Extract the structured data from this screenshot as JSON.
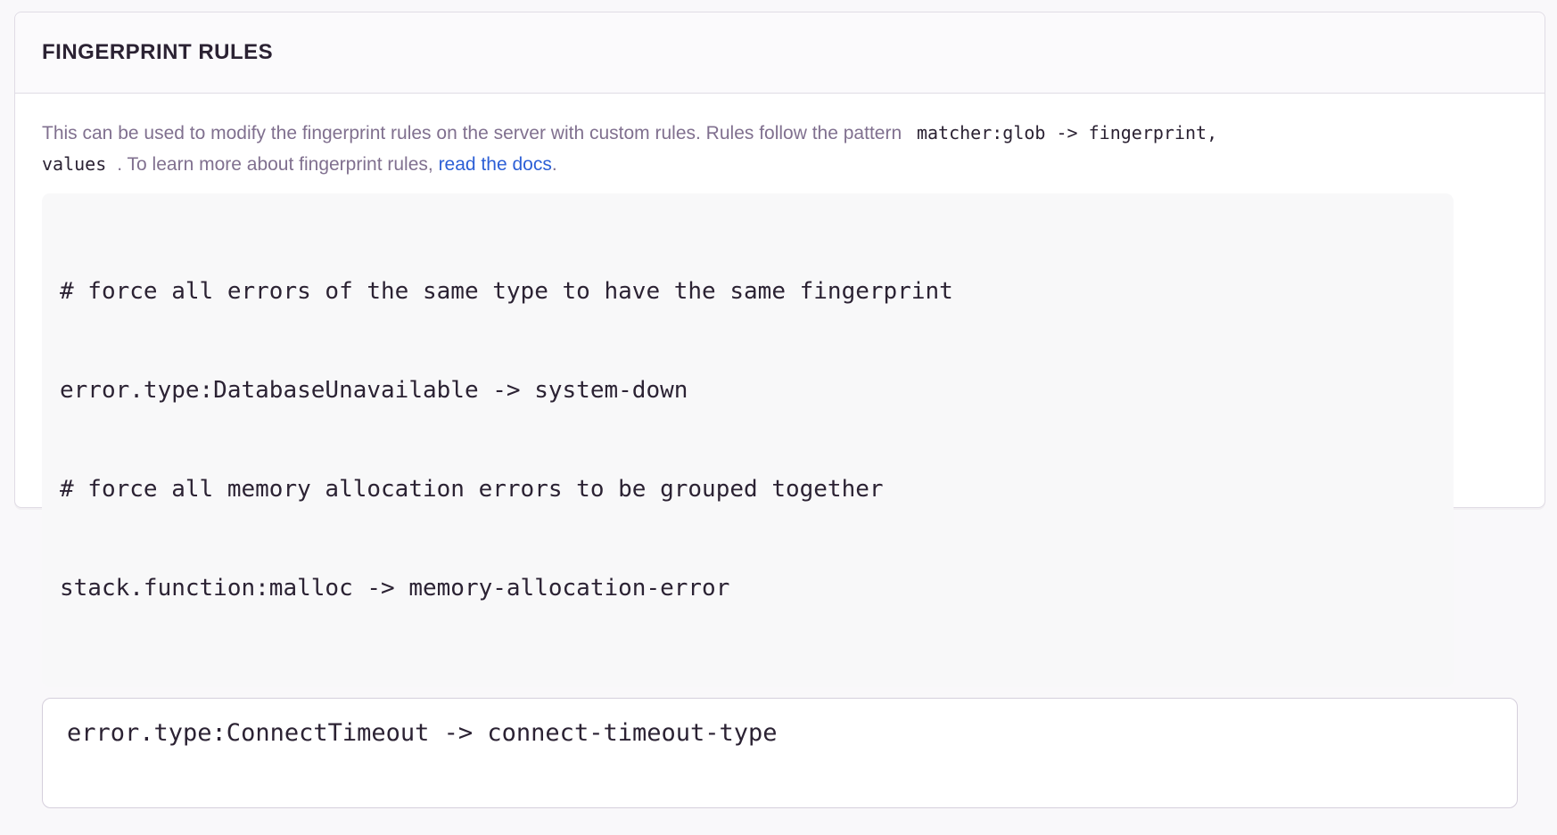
{
  "panel": {
    "title": "FINGERPRINT RULES"
  },
  "description": {
    "segments": {
      "intro": "This can be used to modify the fingerprint rules on the server with custom rules. Rules follow the pattern ",
      "pattern_code_line1": "matcher:glob -> fingerprint,",
      "pattern_code_line2": "values",
      "after_code": ". To learn more about fingerprint rules, ",
      "link_label": "read the docs",
      "closing": "."
    }
  },
  "example": {
    "lines": [
      "# force all errors of the same type to have the same fingerprint",
      "error.type:DatabaseUnavailable -> system-down",
      "# force all memory allocation errors to be grouped together",
      "stack.function:malloc -> memory-allocation-error"
    ]
  },
  "editor": {
    "value": "error.type:ConnectTimeout -> connect-timeout-type"
  },
  "colors": {
    "page_bg": "#f9f8fa",
    "header_bg": "#fbfafc",
    "panel_border": "#e0dce5",
    "input_border": "#d5cfdc",
    "heading_text": "#2b2233",
    "body_text": "#80708f",
    "code_text": "#2b2233",
    "code_bg": "#f8f8f9",
    "link": "#2c5fd6"
  }
}
